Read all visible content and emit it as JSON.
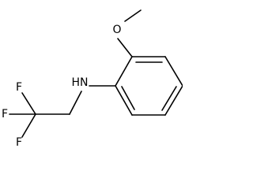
{
  "atoms": {
    "oxygen": "O",
    "amine": "HN",
    "fluorine_top": "F",
    "fluorine_left": "F",
    "fluorine_bottom": "F"
  }
}
